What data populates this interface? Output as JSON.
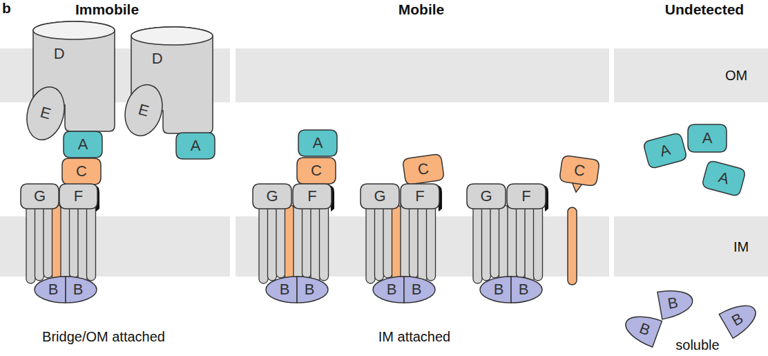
{
  "diagram": {
    "nodes": [
      {
        "text": [
          "D"
        ]
      },
      {
        "text": [
          "E"
        ]
      },
      {
        "text": [
          "A"
        ]
      },
      {
        "text": [
          "C"
        ]
      },
      {
        "text": [
          "G"
        ]
      },
      {
        "text": [
          "F"
        ]
      },
      {
        "text": [
          "B"
        ]
      },
      {
        "text": [
          "B"
        ]
      },
      {
        "text": [
          "D"
        ]
      },
      {
        "text": [
          "E"
        ]
      },
      {
        "text": [
          "A"
        ]
      },
      {
        "text": [
          "A"
        ]
      },
      {
        "text": [
          "C"
        ]
      },
      {
        "text": [
          "G"
        ]
      },
      {
        "text": [
          "F"
        ]
      },
      {
        "text": [
          "B"
        ]
      },
      {
        "text": [
          "B"
        ]
      },
      {
        "text": [
          "C"
        ]
      },
      {
        "text": [
          "G"
        ]
      },
      {
        "text": [
          "F"
        ]
      },
      {
        "text": [
          "B"
        ]
      },
      {
        "text": [
          "B"
        ]
      },
      {
        "text": [
          "G"
        ]
      },
      {
        "text": [
          "F"
        ]
      },
      {
        "text": [
          "B"
        ]
      },
      {
        "text": [
          "B"
        ]
      },
      {
        "text": [
          "C"
        ]
      },
      {
        "text": [
          "A"
        ]
      },
      {
        "text": [
          "A"
        ]
      },
      {
        "text": [
          "A"
        ]
      },
      {
        "text": [
          "B"
        ]
      },
      {
        "text": [
          "B"
        ]
      },
      {
        "text": [
          "B"
        ]
      }
    ],
    "edges": [],
    "labels": [
      "b",
      "Immobile",
      "Mobile",
      "Undetected",
      "OM",
      "IM",
      "Bridge/OM attached",
      "IM attached",
      "soluble"
    ]
  }
}
